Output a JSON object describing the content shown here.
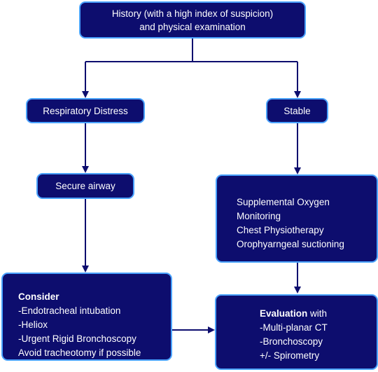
{
  "nodes": {
    "history": {
      "lines": [
        "History (with a high index of suspicion)",
        "and physical examination"
      ]
    },
    "respiratory_distress": {
      "label": "Respiratory Distress"
    },
    "stable": {
      "label": "Stable"
    },
    "secure_airway": {
      "label": "Secure airway"
    },
    "supportive": {
      "lines": [
        "Supplemental Oxygen",
        "Monitoring",
        "Chest Physiotherapy",
        "Orophyarngeal suctioning"
      ]
    },
    "consider": {
      "heading": "Consider",
      "lines": [
        "-Endotracheal intubation",
        "-Heliox",
        "-Urgent Rigid Bronchoscopy",
        "Avoid tracheotomy if possible"
      ]
    },
    "evaluation": {
      "heading": "Evaluation",
      "heading_suffix": " with",
      "lines": [
        "-Multi-planar CT",
        "-Bronchoscopy",
        "+/- Spirometry"
      ]
    }
  },
  "colors": {
    "box_fill": "#0d0d6e",
    "box_border": "#4aa3ff",
    "text": "#ffffff",
    "connector": "#0d0d6e"
  }
}
